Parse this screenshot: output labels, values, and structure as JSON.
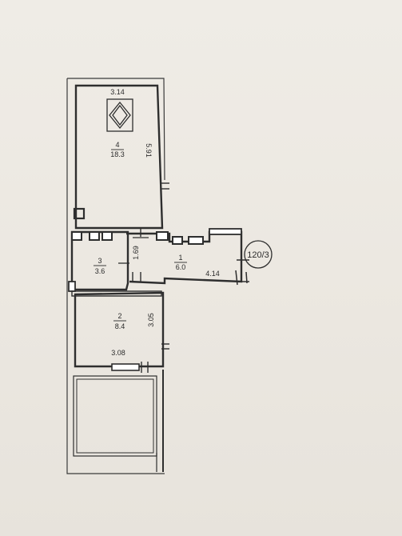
{
  "plan": {
    "badge": "120/3",
    "rooms": [
      {
        "number": "4",
        "area": "18.3"
      },
      {
        "number": "1",
        "area": "6.0"
      },
      {
        "number": "3",
        "area": "3.6"
      },
      {
        "number": "2",
        "area": "8.4"
      }
    ],
    "dimensions": {
      "room4_width": "3.14",
      "room4_length": "5.91",
      "room3_length": "1.69",
      "room1_length": "4.14",
      "room2_length": "3.05",
      "room2_width": "3.08"
    },
    "colors": {
      "wall": "#2e2e2e",
      "line": "#3a3a3a",
      "paper": "#ece8e1"
    }
  }
}
